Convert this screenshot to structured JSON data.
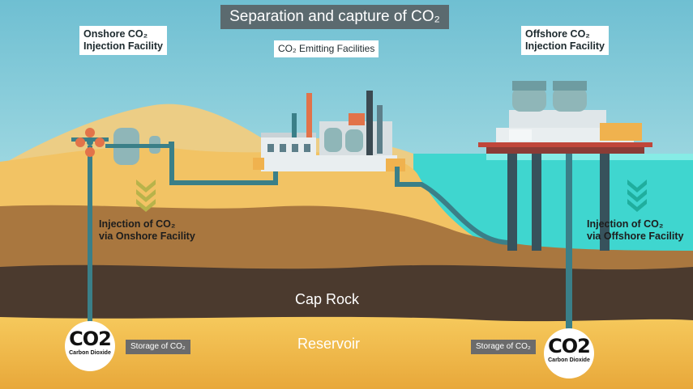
{
  "title": "Separation and capture of CO₂",
  "labels": {
    "onshore_facility": [
      "Onshore CO₂",
      "Injection Facility"
    ],
    "emitting_facilities": "CO₂ Emitting Facilities",
    "offshore_facility": [
      "Offshore CO₂",
      "Injection Facility"
    ],
    "injection_onshore": [
      "Injection of CO₂",
      "via Onshore Facility"
    ],
    "injection_offshore": [
      "Injection of CO₂",
      "via Offshore Facility"
    ],
    "cap_rock": "Cap Rock",
    "reservoir": "Reservoir",
    "storage_left": "Storage of CO₂",
    "storage_right": "Storage of CO₂"
  },
  "co2_badge": {
    "formula": "CO2",
    "caption": "Carbon Dioxide"
  },
  "colors": {
    "sky": "#7cc6d6",
    "sand": "#f2c364",
    "sea": "#3fd6cf",
    "cap_rock": "#4b3a2e",
    "reservoir": "#efb54a",
    "pipe": "#3a7f88"
  }
}
